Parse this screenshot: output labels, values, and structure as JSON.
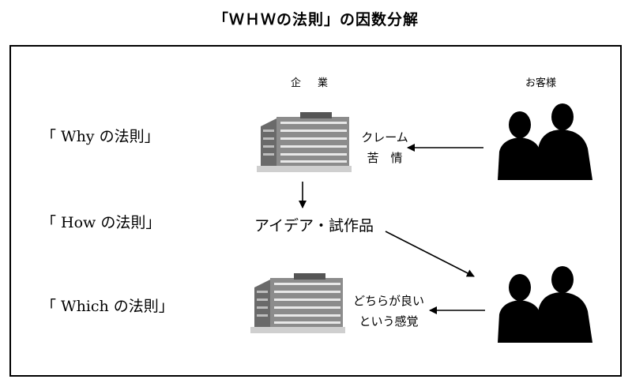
{
  "title": "「ＷＨＷの法則」の因数分解",
  "columns": {
    "company": "企　業",
    "customer": "お客様"
  },
  "laws": [
    "「 Why の法則」",
    "「 How の法則」",
    "「 Which の法則」"
  ],
  "notes": {
    "complaint_line1": "クレーム",
    "complaint_line2": "苦　情",
    "idea": "アイデア・試作品",
    "which_line1": "どちらが良い",
    "which_line2": "という感覚"
  },
  "icons": [
    "building-icon",
    "customer-silhouette-icon"
  ]
}
